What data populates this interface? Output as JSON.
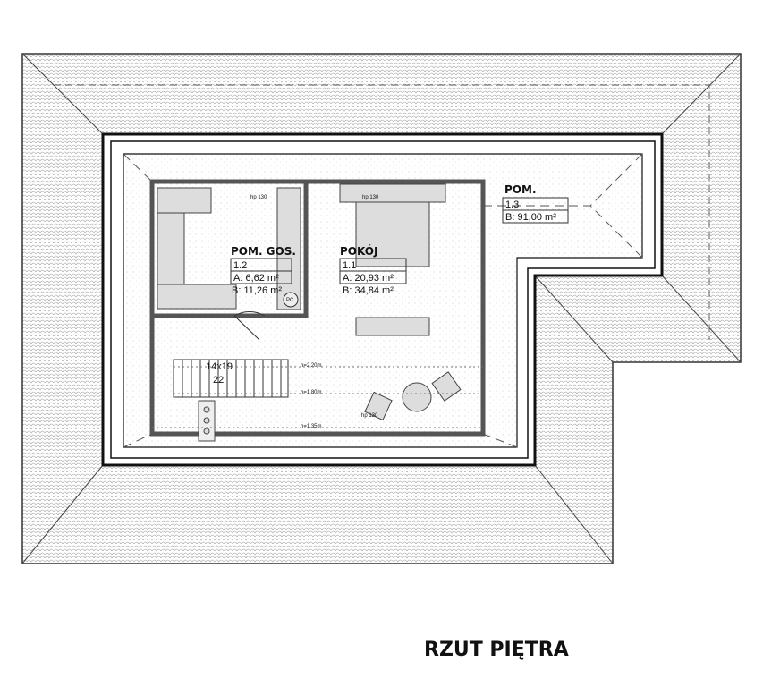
{
  "title": "RZUT PIĘTRA",
  "rooms": [
    {
      "name": "POKÓJ",
      "number": "1.1",
      "area_a": "A: 20,93 m²",
      "area_b": "B: 34,84 m²"
    },
    {
      "name": "POM. GOS.",
      "number": "1.2",
      "area_a": "A: 6,62 m²",
      "area_b": "B: 11,26 m²"
    },
    {
      "name": "POM.",
      "number": "1.3",
      "area_b": "B: 91,00 m²"
    }
  ],
  "stairs": {
    "spec": "14x19",
    "count": "22"
  },
  "heights": [
    "h=2,20m",
    "h=1,80m",
    "h=1,35m"
  ],
  "furnace_label": "PC",
  "windows": [
    "hp 130",
    "hp 130",
    "hp 130"
  ]
}
